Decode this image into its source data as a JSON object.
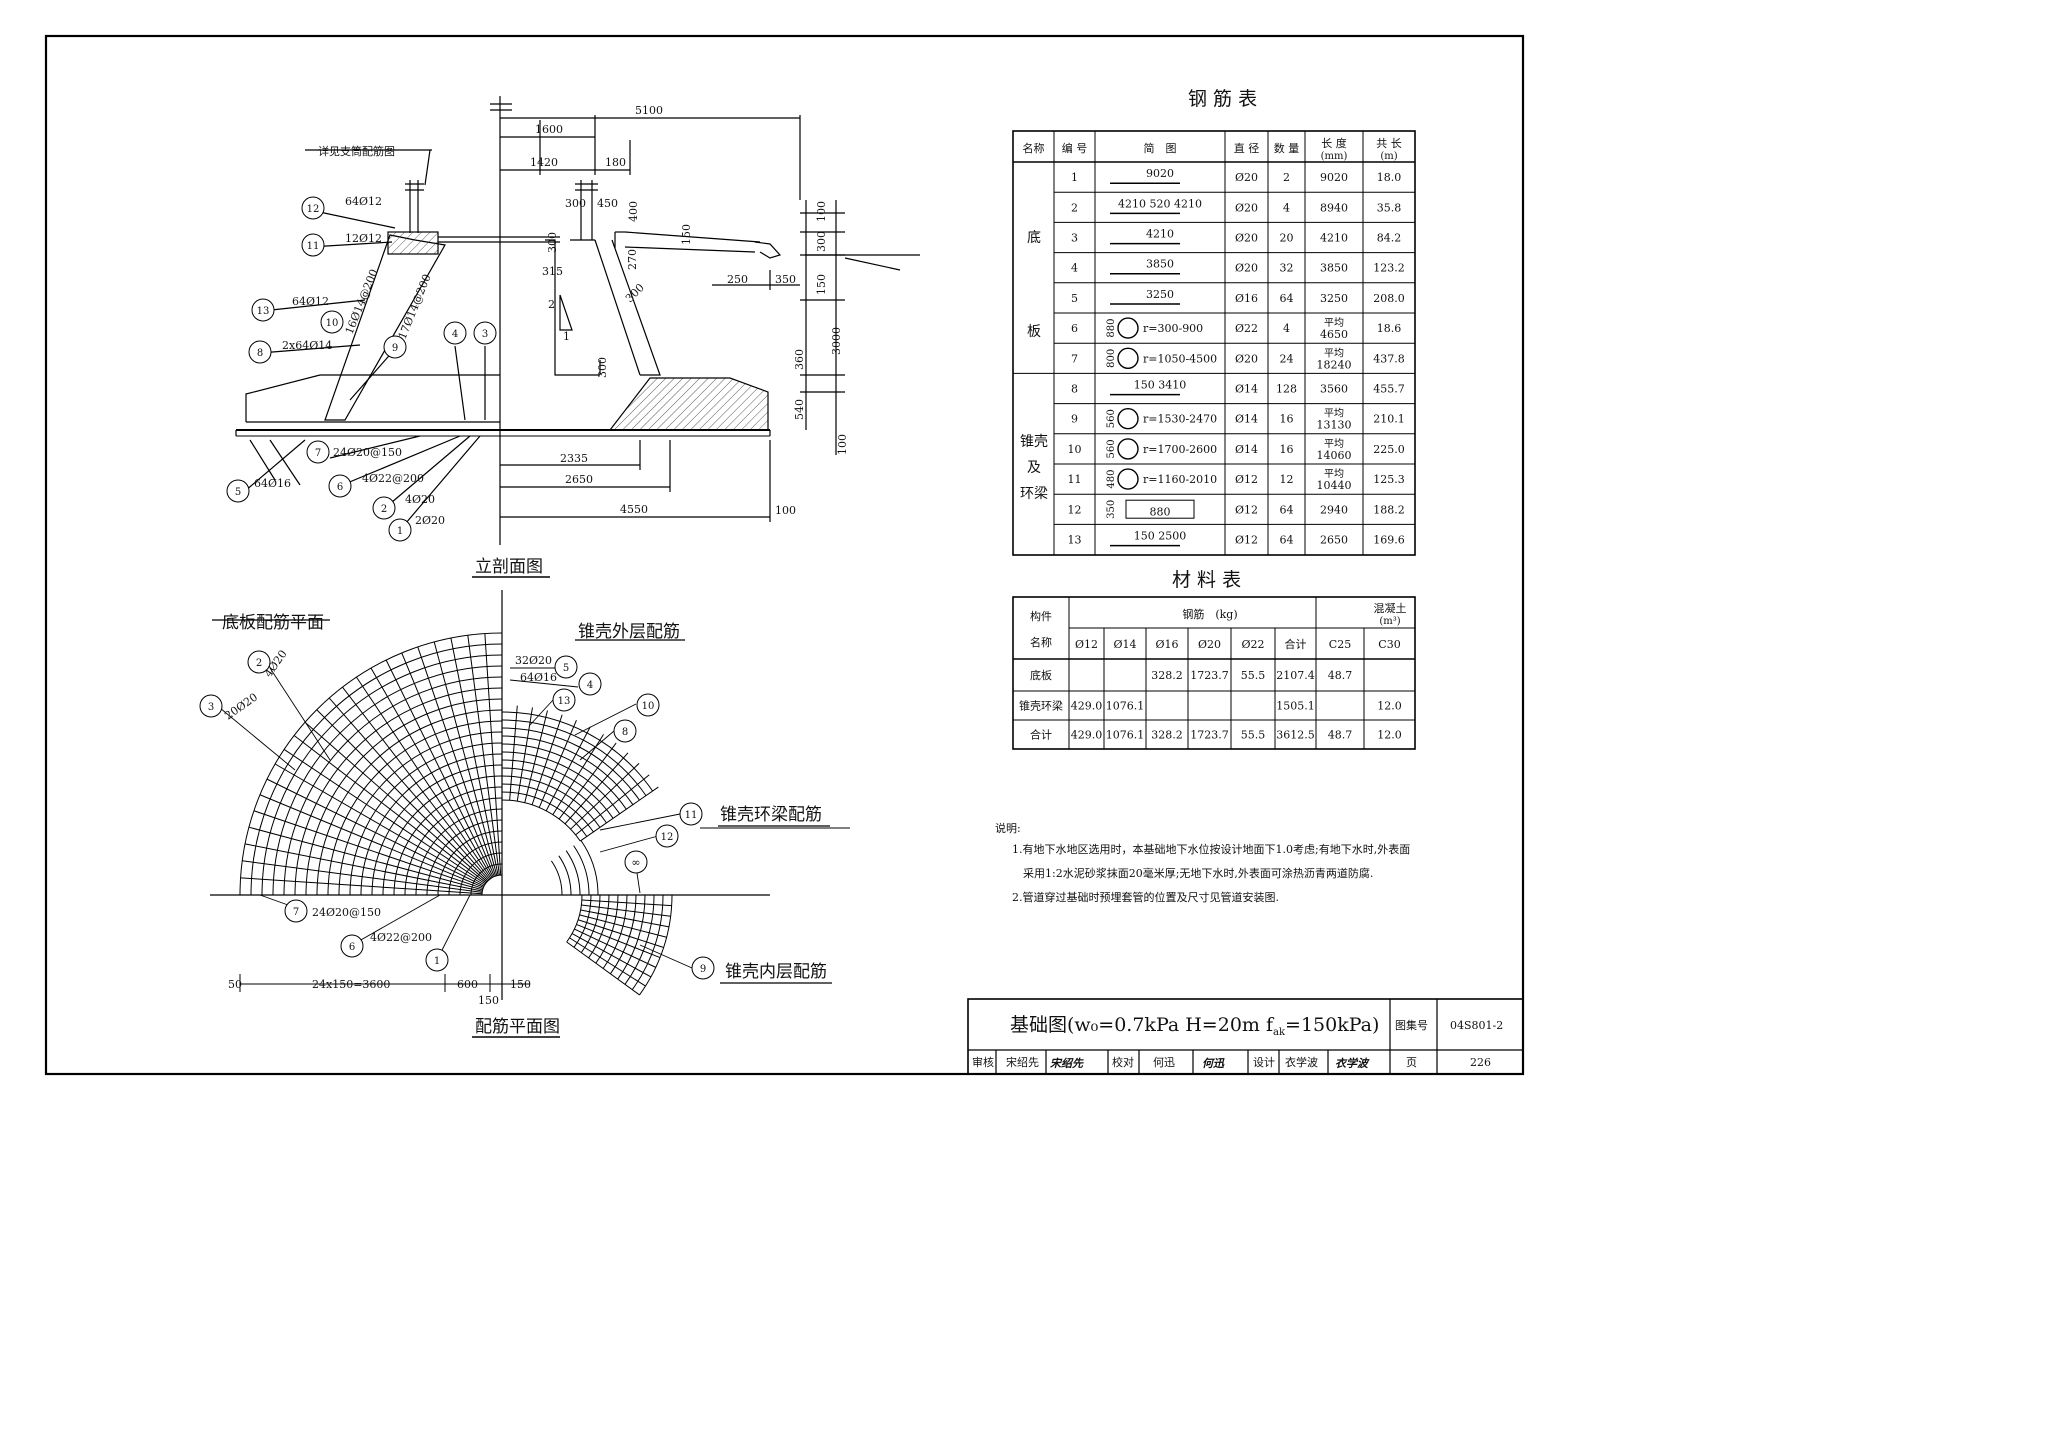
{
  "elevation": {
    "title": "立剖面图",
    "note_detail": "详见支筒配筋图",
    "dims": {
      "d5100": "5100",
      "d1600": "1600",
      "d1420": "1420",
      "d180": "180",
      "d300a": "300",
      "d450": "450",
      "d400": "400",
      "d100a": "100",
      "d300b": "300",
      "d315": "315",
      "d270": "270",
      "d150a": "150",
      "d300c": "300",
      "d250": "250",
      "d350": "350",
      "d300d": "300",
      "d150b": "150",
      "d3000": "3000",
      "d360": "360",
      "d540": "540",
      "d100b": "100",
      "d300e": "300",
      "d2335": "2335",
      "d2650": "2650",
      "d4550": "4550",
      "d100c": "100",
      "slope_2": "2",
      "slope_1": "1"
    },
    "bars": {
      "b12": "64Ø12",
      "b11": "12Ø12",
      "b10": "16Ø14@200",
      "b9": "17Ø14@200",
      "b13": "64Ø12",
      "b8": "2x64Ø14",
      "b7": "24Ø20@150",
      "b6": "4Ø22@200",
      "b5": "64Ø16",
      "b2": "4Ø20",
      "b1": "2Ø20"
    }
  },
  "plan": {
    "title": "配筋平面图",
    "label_base": "底板配筋平面",
    "label_outer": "锥壳外层配筋",
    "label_ring": "锥壳环梁配筋",
    "label_inner": "锥壳内层配筋",
    "bars": {
      "b2": "4Ø20",
      "b3": "20Ø20",
      "b5": "32Ø20",
      "b4": "64Ø16",
      "b7": "24Ø20@150",
      "b6": "4Ø22@200",
      "inf": "∞"
    },
    "dims": {
      "d50": "50",
      "d3600": "24x150=3600",
      "d600": "600",
      "d150a": "150",
      "d150b": "150"
    }
  },
  "rebar_table": {
    "title": "钢 筋 表",
    "headers": [
      "名称",
      "编 号",
      "简　图",
      "直 径",
      "数 量",
      "长 度",
      "共 长"
    ],
    "header_units": [
      "(mm)",
      "(m)"
    ],
    "groups": [
      "底",
      "板",
      "锥壳",
      "及",
      "环梁"
    ],
    "rows": [
      {
        "no": "1",
        "shape": "9020",
        "dia": "Ø20",
        "qty": "2",
        "len": "9020",
        "total": "18.0"
      },
      {
        "no": "2",
        "shape": "4210 520 4210",
        "dia": "Ø20",
        "qty": "4",
        "len": "8940",
        "total": "35.8"
      },
      {
        "no": "3",
        "shape": "4210",
        "dia": "Ø20",
        "qty": "20",
        "len": "4210",
        "total": "84.2"
      },
      {
        "no": "4",
        "shape": "3850",
        "dia": "Ø20",
        "qty": "32",
        "len": "3850",
        "total": "123.2"
      },
      {
        "no": "5",
        "shape": "3250",
        "dia": "Ø16",
        "qty": "64",
        "len": "3250",
        "total": "208.0"
      },
      {
        "no": "6",
        "shape": "r=300-900",
        "side": "880",
        "dia": "Ø22",
        "qty": "4",
        "len_top": "平均",
        "len": "4650",
        "total": "18.6"
      },
      {
        "no": "7",
        "shape": "r=1050-4500",
        "side": "800",
        "dia": "Ø20",
        "qty": "24",
        "len_top": "平均",
        "len": "18240",
        "total": "437.8"
      },
      {
        "no": "8",
        "shape": "150  3410",
        "dia": "Ø14",
        "qty": "128",
        "len": "3560",
        "total": "455.7"
      },
      {
        "no": "9",
        "shape": "r=1530-2470",
        "side": "560",
        "dia": "Ø14",
        "qty": "16",
        "len_top": "平均",
        "len": "13130",
        "total": "210.1"
      },
      {
        "no": "10",
        "shape": "r=1700-2600",
        "side": "560",
        "dia": "Ø14",
        "qty": "16",
        "len_top": "平均",
        "len": "14060",
        "total": "225.0"
      },
      {
        "no": "11",
        "shape": "r=1160-2010",
        "side": "480",
        "dia": "Ø12",
        "qty": "12",
        "len_top": "平均",
        "len": "10440",
        "total": "125.3"
      },
      {
        "no": "12",
        "shape": "880",
        "side": "350",
        "dia": "Ø12",
        "qty": "64",
        "len": "2940",
        "total": "188.2"
      },
      {
        "no": "13",
        "shape": "150  2500",
        "dia": "Ø12",
        "qty": "64",
        "len": "2650",
        "total": "169.6"
      }
    ]
  },
  "material_table": {
    "title": "材 料 表",
    "h_comp1": "构件",
    "h_comp2": "名称",
    "h_steel": "钢筋　(kg)",
    "h_conc": "混凝土",
    "h_conc_unit": "(m³)",
    "cols": [
      "Ø12",
      "Ø14",
      "Ø16",
      "Ø20",
      "Ø22",
      "合计",
      "C25",
      "C30"
    ],
    "rows": [
      {
        "name": "底板",
        "v": [
          "",
          "",
          "328.2",
          "1723.7",
          "55.5",
          "2107.4",
          "48.7",
          ""
        ]
      },
      {
        "name": "锥壳环梁",
        "v": [
          "429.0",
          "1076.1",
          "",
          "",
          "",
          "1505.1",
          "",
          "12.0"
        ]
      },
      {
        "name": "合计",
        "v": [
          "429.0",
          "1076.1",
          "328.2",
          "1723.7",
          "55.5",
          "3612.5",
          "48.7",
          "12.0"
        ]
      }
    ]
  },
  "notes": {
    "title": "说明:",
    "n1a": "1.有地下水地区选用时，本基础地下水位按设计地面下1.0考虑;有地下水时,外表面",
    "n1b": "采用1:2水泥砂浆抹面20毫米厚;无地下水时,外表面可涂热沥青两道防腐.",
    "n2": "2.管道穿过基础时预埋套管的位置及尺寸见管道安装图."
  },
  "title_block": {
    "title": "基础图(w₀=0.7kPa H=20m f",
    "title_sub": "ak",
    "title_end": "=150kPa)",
    "atlas_label": "图集号",
    "atlas_no": "04S801-2",
    "review_label": "审核",
    "reviewer": "宋绍先",
    "reviewer_sig": "宋绍先",
    "check_label": "校对",
    "checker": "何迅",
    "checker_sig": "何迅",
    "design_label": "设计",
    "designer": "衣学波",
    "designer_sig": "衣学波",
    "page_label": "页",
    "page_no": "226"
  }
}
